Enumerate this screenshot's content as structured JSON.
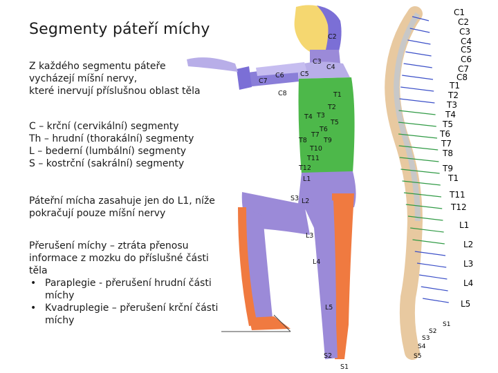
{
  "title": "Segmenty páteří míchy",
  "intro_lines": [
    "Z každého segmentu páteře",
    "vycházejí míšní nervy,",
    "které inervují příslušnou oblast těla"
  ],
  "segment_lines": [
    "C – krční (cervikální) segmenty",
    "Th – hrudní (thorakální) segmenty",
    "L – bederní (lumbální) segmenty",
    "S – kostrční (sakrální) segmenty"
  ],
  "spinal_lines": [
    "Páteřní mícha zasahuje jen do L1, níže",
    "pokračují pouze míšní nervy"
  ],
  "injury_lines": [
    "Přerušení míchy – ztráta přenosu",
    "informace z mozku do příslušné části",
    "těla"
  ],
  "injury_bullets": [
    "Paraplegie - přerušení hrudní části míchy",
    "Kvadruplegie – přerušení krční části míchy"
  ],
  "body_labels": [
    "C2",
    "C3",
    "C4",
    "C5",
    "C6",
    "C7",
    "C8",
    "T1",
    "T2",
    "T3",
    "T4",
    "T5",
    "T6",
    "T7",
    "T8",
    "T9",
    "T10",
    "T11",
    "T12",
    "L1",
    "L2",
    "L3",
    "L4",
    "L5",
    "S1",
    "S2",
    "S3"
  ],
  "spine_labels": [
    "C1",
    "C2",
    "C3",
    "C4",
    "C5",
    "C6",
    "C7",
    "C8",
    "T1",
    "T2",
    "T3",
    "T4",
    "T5",
    "T6",
    "T7",
    "T8",
    "T9",
    "T1",
    "T11",
    "T12",
    "L1",
    "L2",
    "L3",
    "L4",
    "L5"
  ],
  "spine_small_labels": [
    "S1",
    "S2",
    "S3",
    "S4",
    "S5"
  ],
  "colors": {
    "cervical": "#7b6fd6",
    "thoracic": "#4db84a",
    "lumbar": "#9b8ad8",
    "sacral": "#f07a40",
    "head": "#f5d770",
    "spine_blue": "#3b4fc8"
  }
}
